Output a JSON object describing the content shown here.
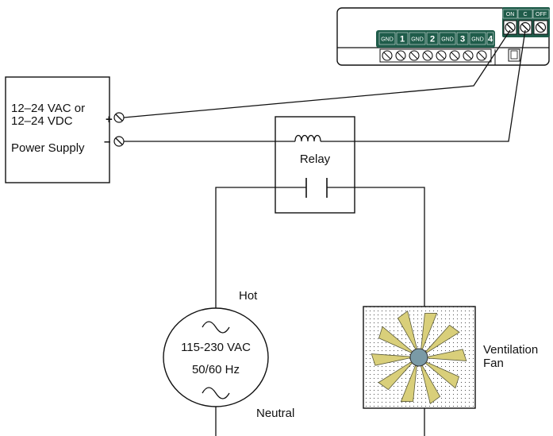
{
  "power_supply": {
    "line1": "12–24 VAC or",
    "line2": "12–24 VDC",
    "label": "Power Supply",
    "plus": "+",
    "minus": "–"
  },
  "relay": {
    "label": "Relay"
  },
  "mains": {
    "voltage": "115-230 VAC",
    "frequency": "50/60 Hz",
    "hot": "Hot",
    "neutral": "Neutral"
  },
  "fan": {
    "line1": "Ventilation",
    "line2": "Fan"
  },
  "controller": {
    "relay_terminals": [
      "ON",
      "C",
      "OFF"
    ],
    "output_terminals": [
      "GND",
      "1",
      "GND",
      "2",
      "GND",
      "3",
      "GND",
      "4"
    ]
  },
  "colors": {
    "terminal_strip": "#1f5c4a",
    "fan_blade": "#d9cf7a",
    "fan_hub": "#7a9aa6"
  }
}
